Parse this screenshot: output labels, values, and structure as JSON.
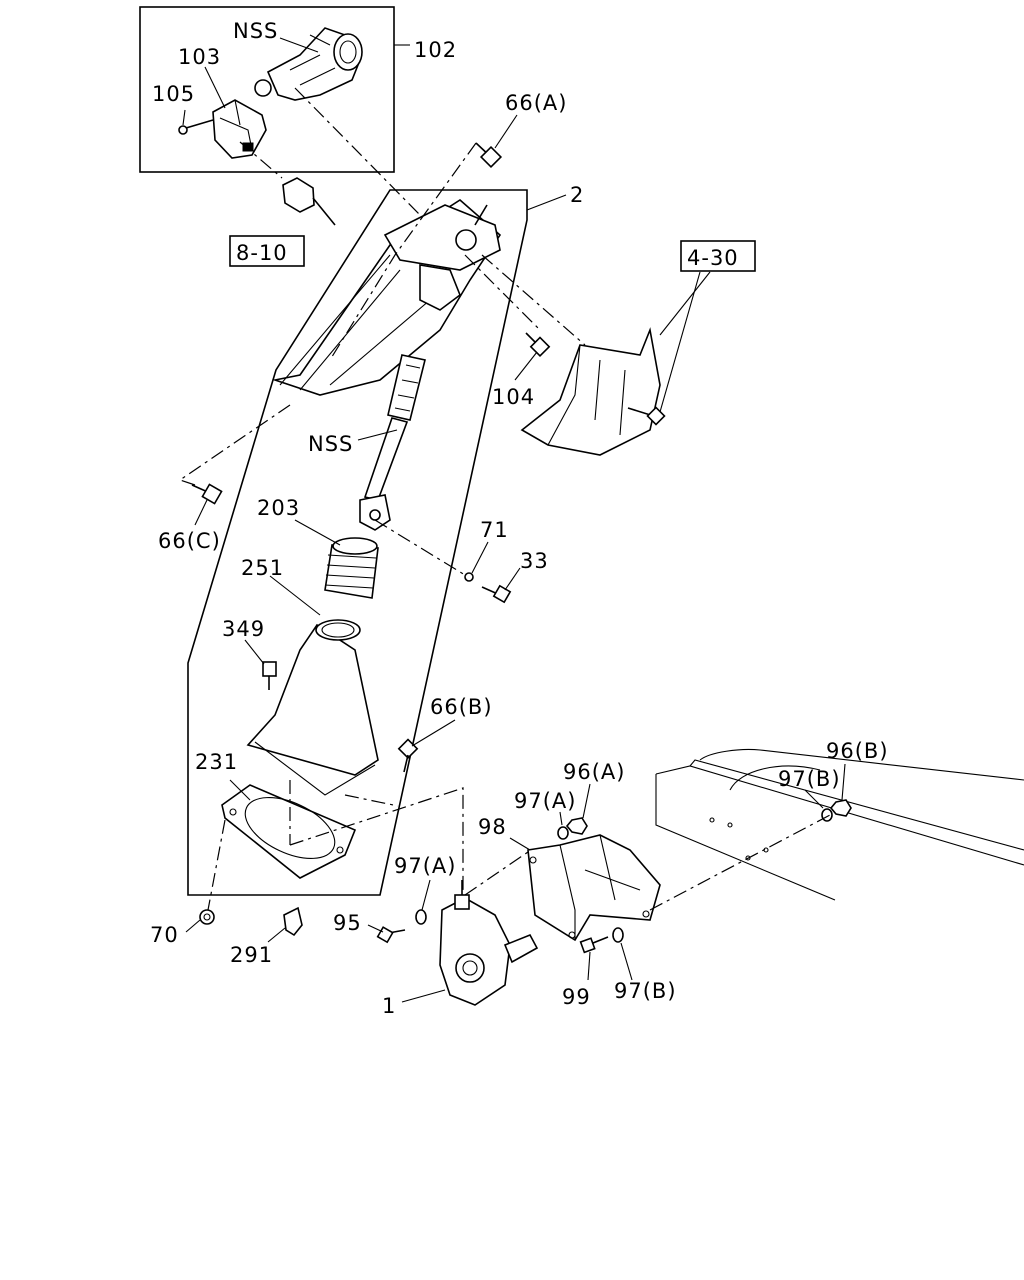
{
  "labels": {
    "nss_top": "NSS",
    "p102": "102",
    "p103": "103",
    "p105": "105",
    "p66a": "66(A)",
    "p2": "2",
    "ref_8_10": "8-10",
    "ref_4_30": "4-30",
    "p104": "104",
    "nss_mid": "NSS",
    "p66c": "66(C)",
    "p203": "203",
    "p71": "71",
    "p33": "33",
    "p251": "251",
    "p349": "349",
    "p66b": "66(B)",
    "p96b": "96(B)",
    "p97b_top": "97(B)",
    "p231": "231",
    "p96a": "96(A)",
    "p97a_top": "97(A)",
    "p98": "98",
    "p97a_mid": "97(A)",
    "p95": "95",
    "p70": "70",
    "p291": "291",
    "p1": "1",
    "p99": "99",
    "p97b_bot": "97(B)"
  }
}
